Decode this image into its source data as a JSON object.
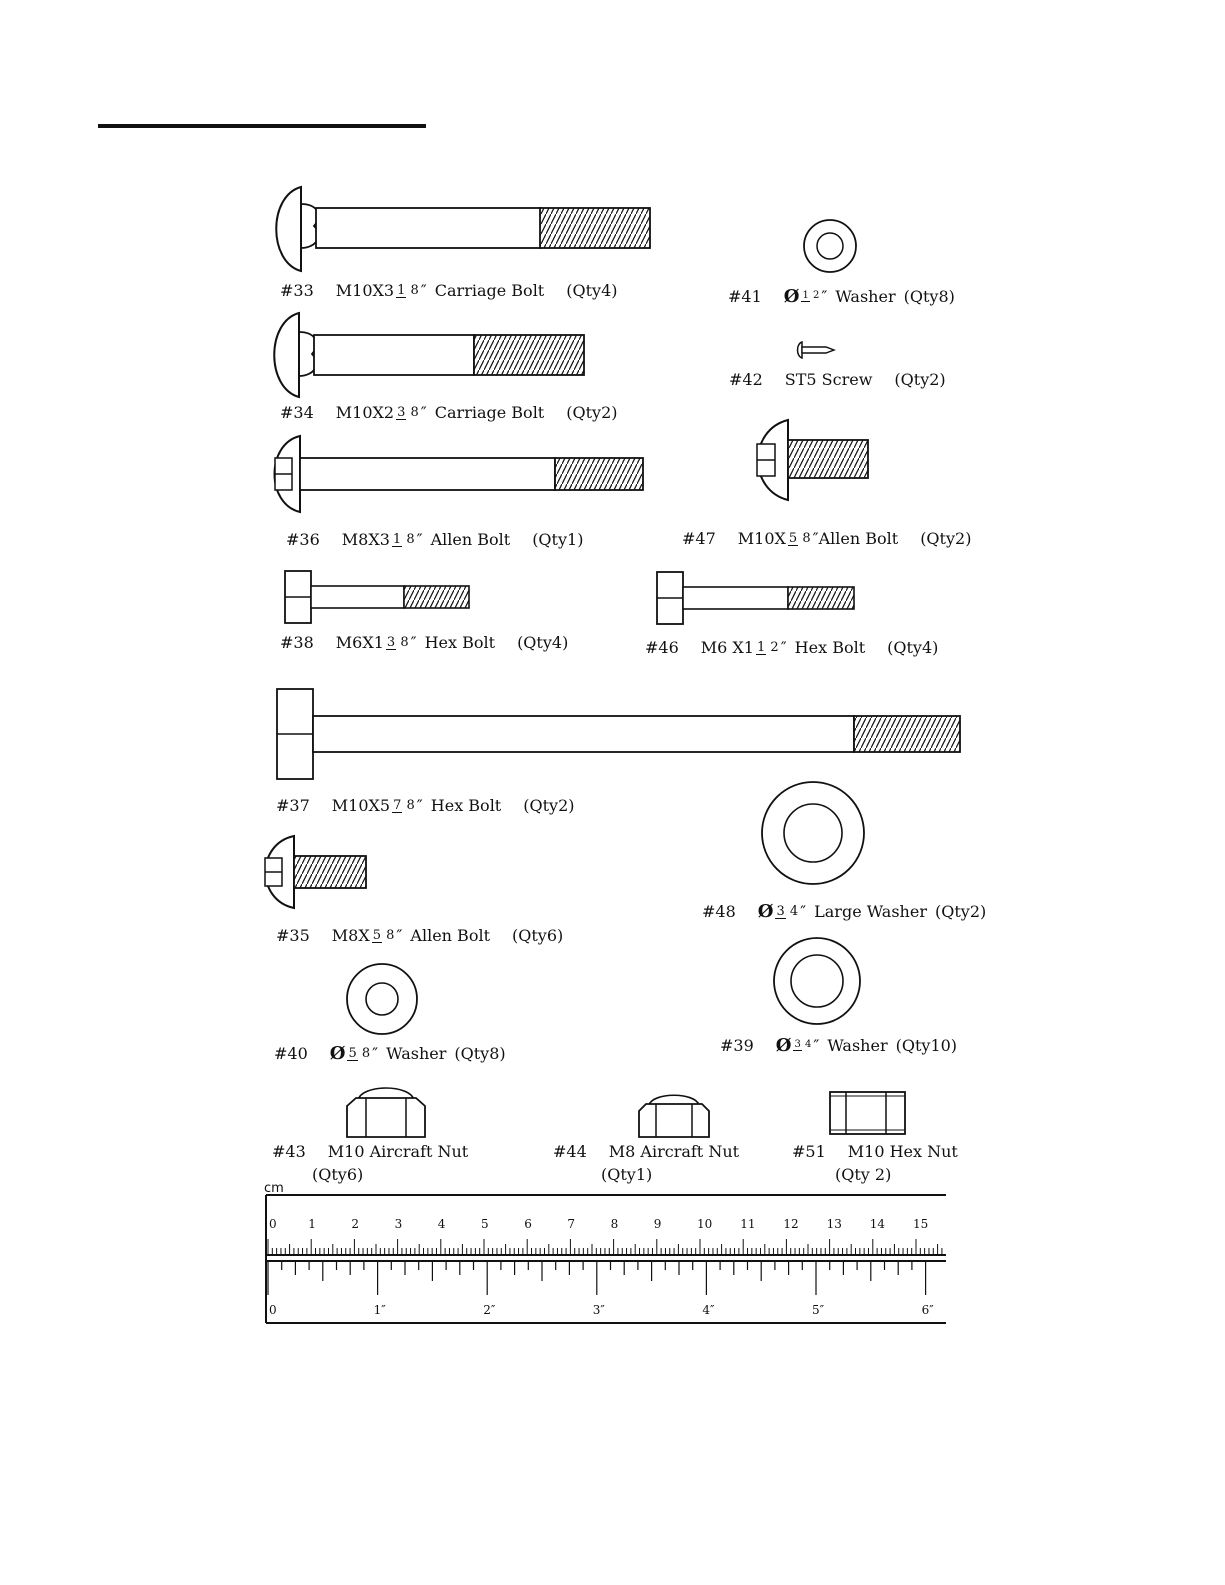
{
  "parts": [
    {
      "id": "#33",
      "size_a": "M10X3",
      "frac_num": "1",
      "frac_den": "8",
      "mark": "″",
      "name": "Carriage Bolt",
      "qty": "(Qty4)"
    },
    {
      "id": "#34",
      "size_a": "M10X2",
      "frac_num": "3",
      "frac_den": "8",
      "mark": "″",
      "name": "Carriage Bolt",
      "qty": "(Qty2)"
    },
    {
      "id": "#36",
      "size_a": "M8X3",
      "frac_num": "1",
      "frac_den": "8",
      "mark": "″",
      "name": "Allen Bolt",
      "qty": "(Qty1)"
    },
    {
      "id": "#38",
      "size_a": "M6X1",
      "frac_num": "3",
      "frac_den": "8",
      "mark": "″",
      "name": "Hex Bolt",
      "qty": "(Qty4)"
    },
    {
      "id": "#37",
      "size_a": "M10X5",
      "frac_num": "7",
      "frac_den": "8",
      "mark": "″",
      "name": "Hex Bolt",
      "qty": "(Qty2)"
    },
    {
      "id": "#35",
      "size_a": "M8X",
      "frac_num": "5",
      "frac_den": "8",
      "mark": "″",
      "name": "Allen Bolt",
      "qty": "(Qty6)"
    },
    {
      "id": "#40",
      "size_a": "Ø",
      "frac_num": "5",
      "frac_den": "8",
      "mark": "″",
      "name": "Washer",
      "qty": "(Qty8)"
    },
    {
      "id": "#41",
      "size_a": "Ø",
      "frac_num": "1",
      "frac_den": "2",
      "mark": "″",
      "name": "Washer",
      "qty": "(Qty8)"
    },
    {
      "id": "#42",
      "name": "ST5 Screw",
      "qty": "(Qty2)"
    },
    {
      "id": "#47",
      "size_a": "M10X",
      "frac_num": "5",
      "frac_den": "8",
      "mark": "″",
      "name": "Allen Bolt",
      "qty": "(Qty2)"
    },
    {
      "id": "#46",
      "size_a": "M6 X1",
      "frac_num": "1",
      "frac_den": "2",
      "mark": "″",
      "name": "Hex Bolt",
      "qty": "(Qty4)"
    },
    {
      "id": "#48",
      "size_a": "Ø",
      "frac_num": "3",
      "frac_den": "4",
      "mark": "″",
      "name": "Large Washer",
      "qty": "(Qty2)"
    },
    {
      "id": "#39",
      "size_a": "Ø",
      "frac_num": "3",
      "frac_den": "4",
      "mark": "″",
      "name": "Washer",
      "qty": "(Qty10)"
    },
    {
      "id": "#43",
      "name": "M10 Aircraft Nut",
      "qty": "(Qty6)"
    },
    {
      "id": "#44",
      "name": "M8 Aircraft Nut",
      "qty": "(Qty1)"
    },
    {
      "id": "#51",
      "name": "M10 Hex Nut",
      "qty": "(Qty 2)"
    }
  ],
  "ruler": {
    "cm_unit": "cm",
    "cm_labels": [
      "0",
      "1",
      "2",
      "3",
      "4",
      "5",
      "6",
      "7",
      "8",
      "9",
      "10",
      "11",
      "12",
      "13",
      "14",
      "15"
    ],
    "inch_labels": [
      "0",
      "1″",
      "2″",
      "3″",
      "4″",
      "5″",
      "6″"
    ]
  }
}
